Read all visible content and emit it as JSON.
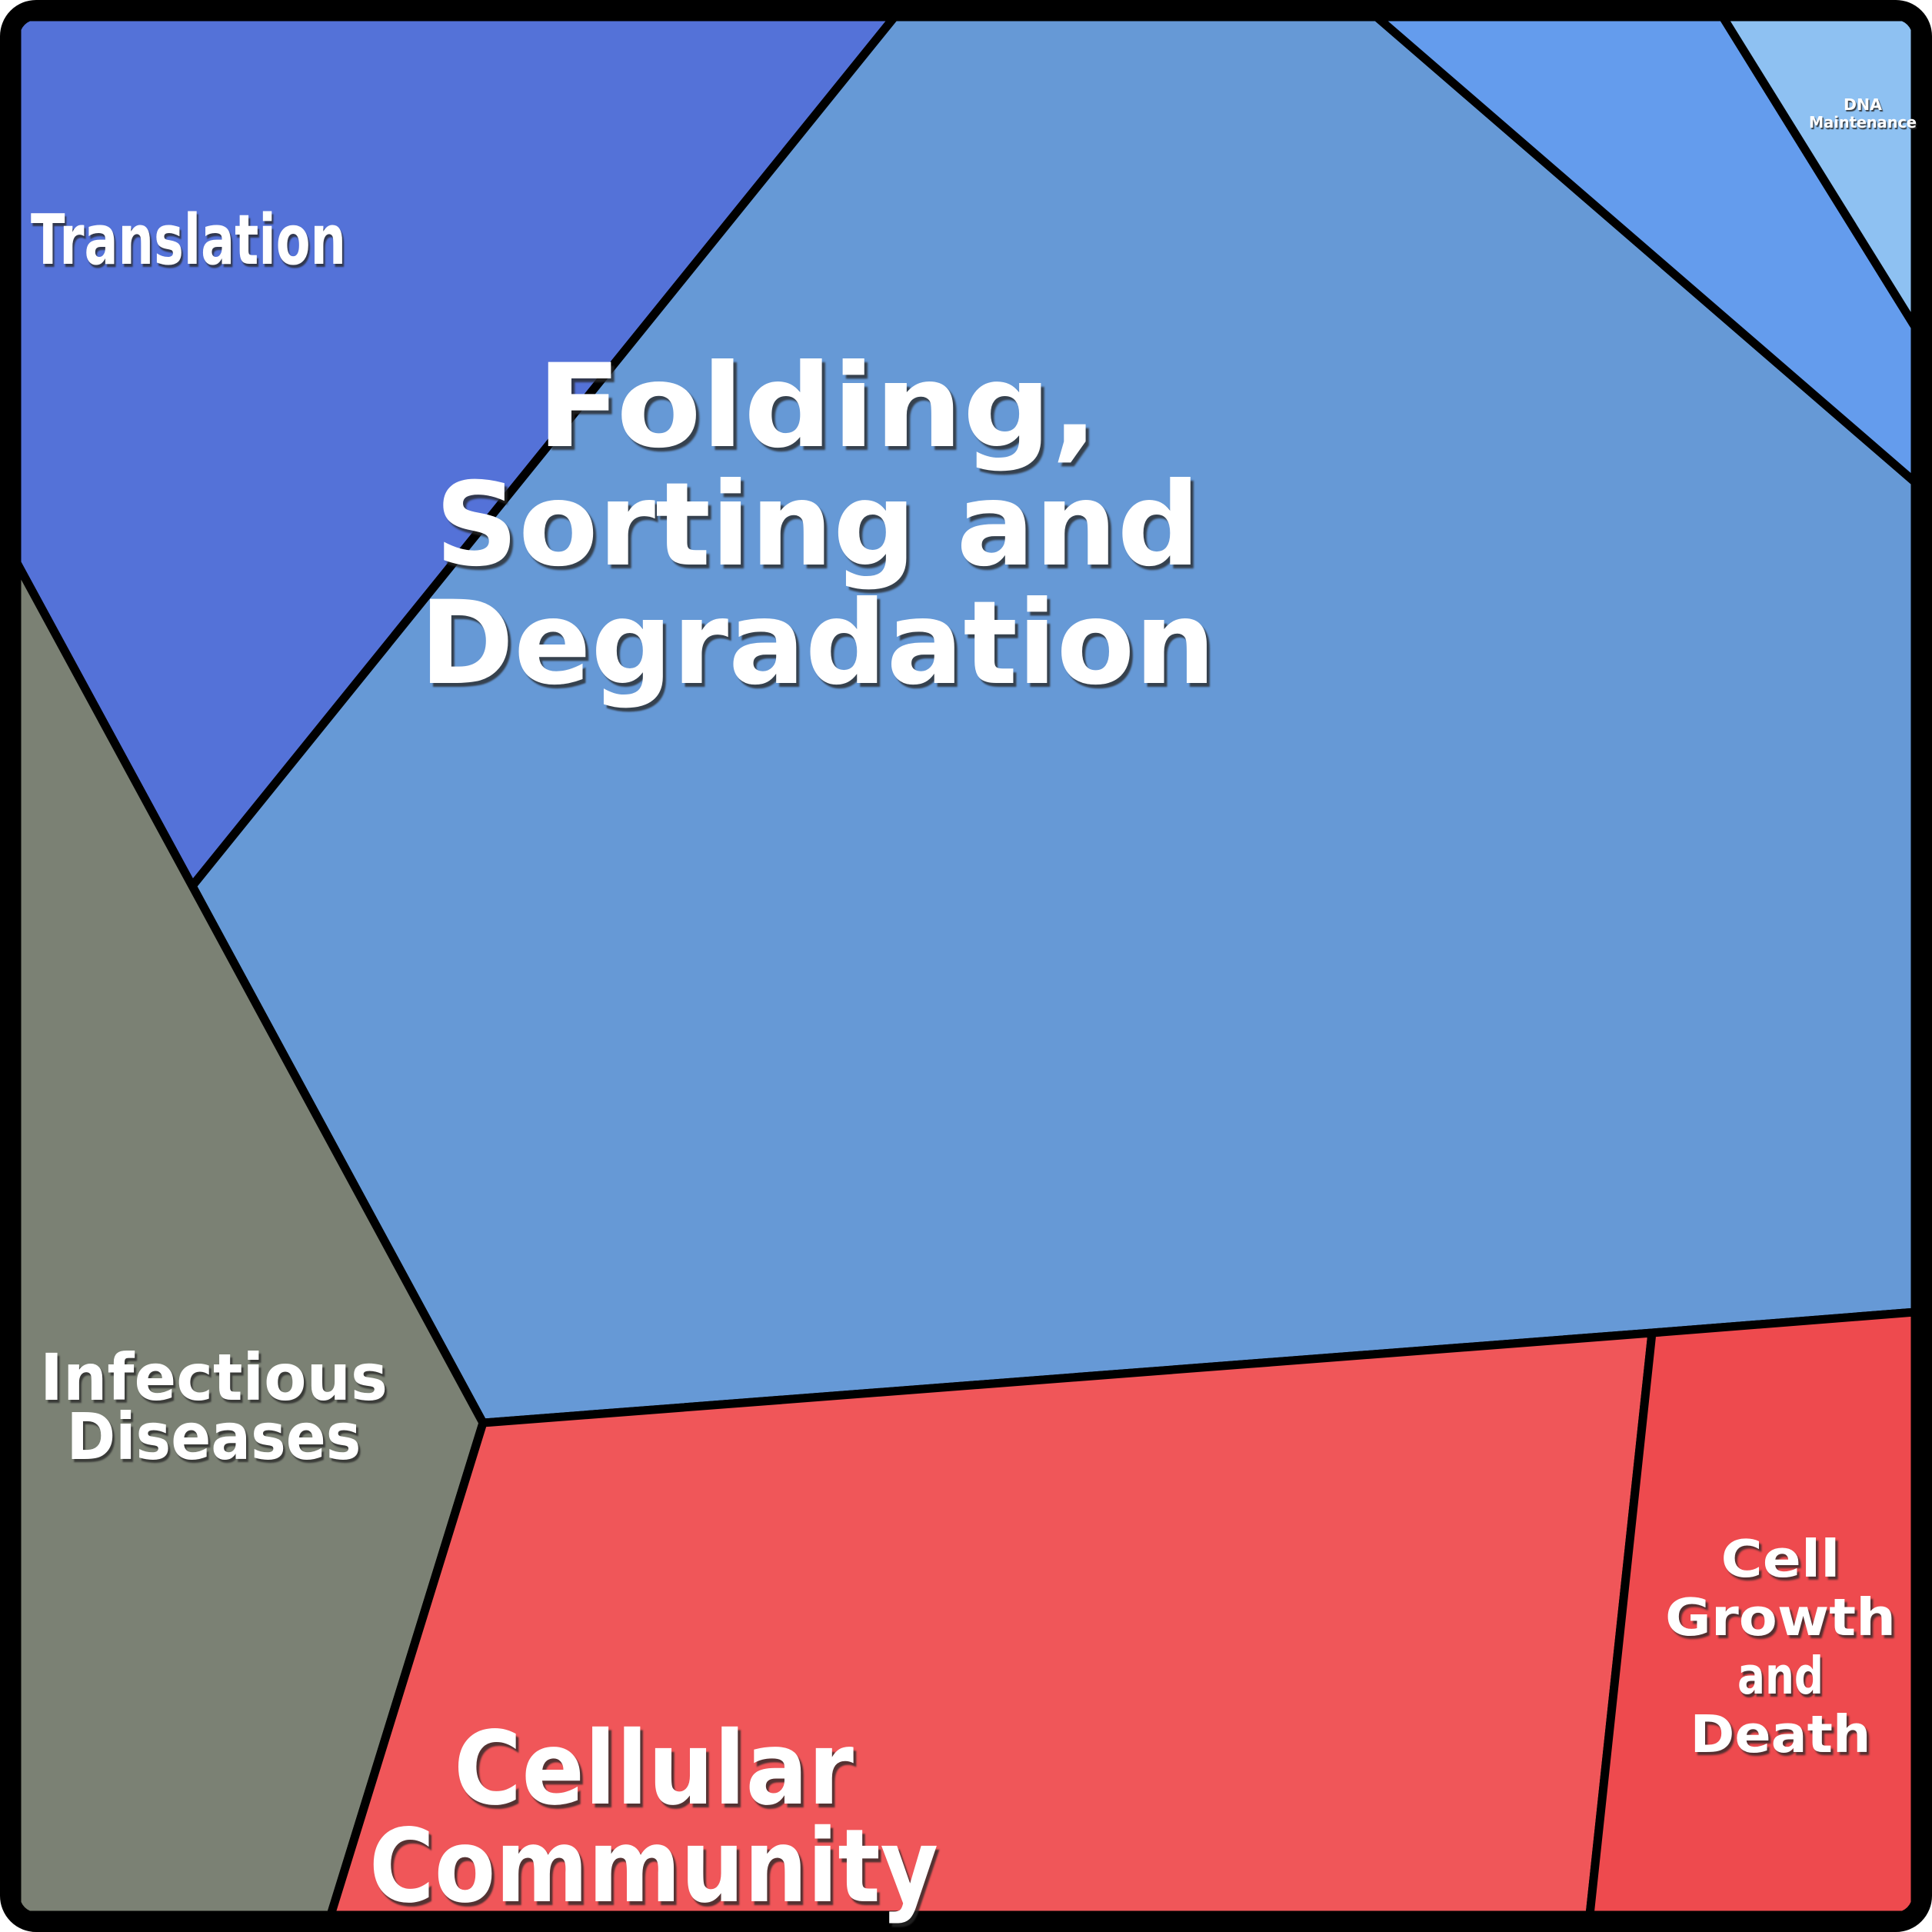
{
  "figure": {
    "type": "voronoi-treemap",
    "background": "#ffffff",
    "border_color": "#000000",
    "label_color": "#ffffff"
  },
  "regions": {
    "translation": {
      "label": "Translation",
      "color": "#5472d8"
    },
    "folding_sorting_degradation": {
      "lines": [
        "Folding,",
        "Sorting and",
        "Degradation"
      ],
      "color": "#6699d6"
    },
    "unlabeled_blue": {
      "label": "",
      "color": "#649ced"
    },
    "dna_maintenance": {
      "lines": [
        "DNA",
        "Maintenance"
      ],
      "color": "#8ec1f2"
    },
    "infectious_diseases": {
      "lines": [
        "Infectious",
        "Diseases"
      ],
      "color": "#7b8174"
    },
    "cellular_community": {
      "lines": [
        "Cellular",
        "Community"
      ],
      "color": "#f05659"
    },
    "cell_growth_and_death": {
      "lines": [
        "Cell",
        "Growth",
        "and",
        "Death"
      ],
      "color": "#ee4a4e"
    }
  },
  "chart_data": {
    "type": "treemap",
    "title": "",
    "legend": "none",
    "items": [
      {
        "label": "Folding, Sorting and Degradation",
        "color": "#6699d6",
        "area_share_pct": 51
      },
      {
        "label": "Cellular Community",
        "color": "#f05659",
        "area_share_pct": 18
      },
      {
        "label": "Translation",
        "color": "#5472d8",
        "area_share_pct": 12
      },
      {
        "label": "Infectious Diseases",
        "color": "#7b8174",
        "area_share_pct": 11
      },
      {
        "label": "Cell Growth and Death",
        "color": "#ee4a4e",
        "area_share_pct": 4.8
      },
      {
        "label": "",
        "color": "#649ced",
        "area_share_pct": 2.6
      },
      {
        "label": "DNA Maintenance",
        "color": "#8ec1f2",
        "area_share_pct": 0.8
      }
    ]
  }
}
